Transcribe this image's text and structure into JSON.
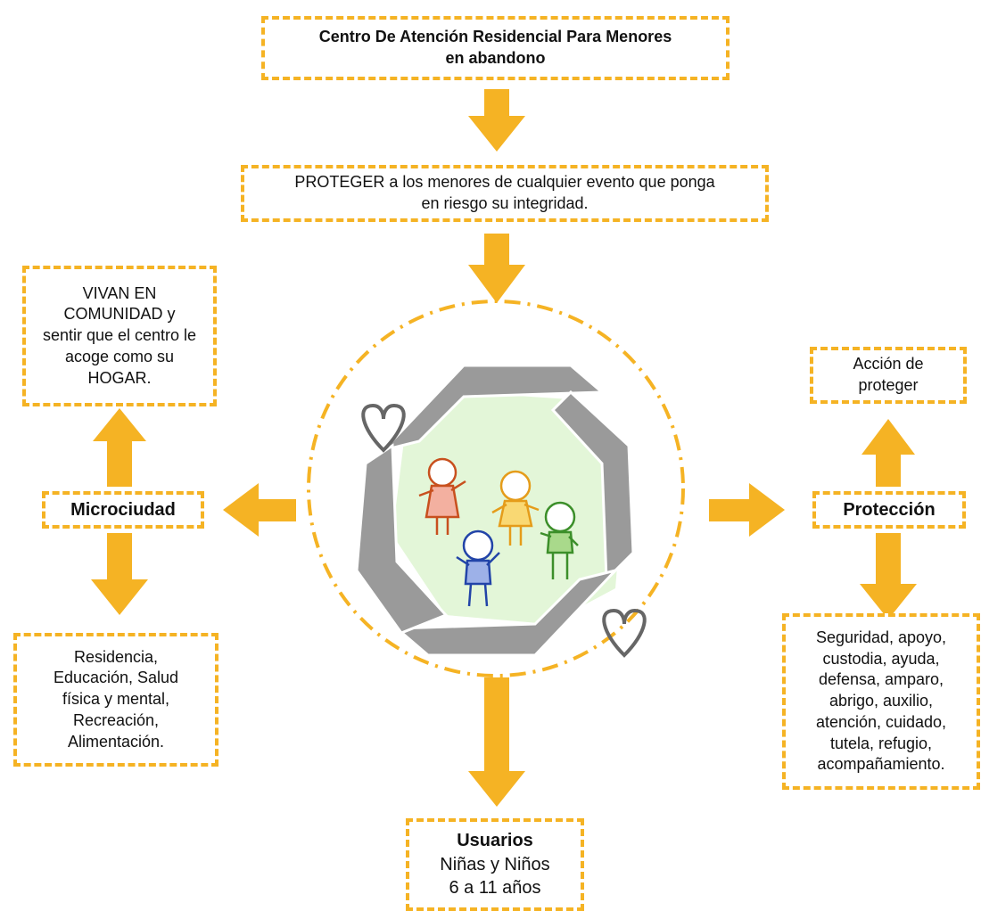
{
  "title_box": {
    "line1": "Centro De Atención Residencial Para Menores",
    "line2": "en abandono"
  },
  "purpose_box": {
    "text": "PROTEGER a los menores de cualquier evento que ponga\nen riesgo su integridad."
  },
  "community_box": {
    "text": "VIVAN EN\nCOMUNIDAD y\nsentir que el centro le\nacoge como su\nHOGAR."
  },
  "microciudad_box": {
    "label": "Microciudad"
  },
  "services_box": {
    "text": "Residencia,\nEducación, Salud\nfísica y mental,\nRecreación,\nAlimentación."
  },
  "action_box": {
    "text": "Acción de\nproteger"
  },
  "proteccion_box": {
    "label": "Protección"
  },
  "synonyms_box": {
    "text": "Seguridad, apoyo,\ncustodia, ayuda,\ndefensa, amparo,\nabrigo, auxilio,\natención, cuidado,\ntutela, refugio,\nacompañamiento."
  },
  "users_box": {
    "title": "Usuarios",
    "line1": "Niñas y Niños",
    "line2": "6 a 11 años"
  },
  "colors": {
    "accent": "#f5b324",
    "hands": "#9a9a9a",
    "center_fill": "#e3f6d8"
  }
}
